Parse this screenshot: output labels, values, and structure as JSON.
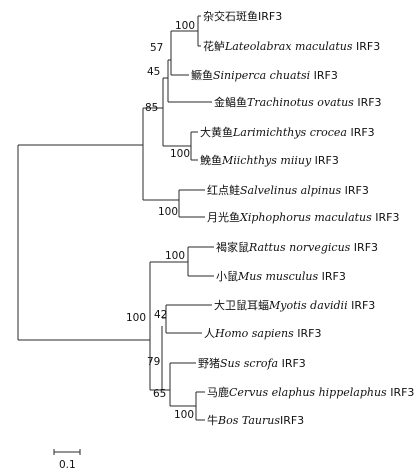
{
  "tree": {
    "leaves": [
      {
        "id": "hybrid_grouper",
        "label_cn": "杂交石斑鱼",
        "latin": "",
        "suffix": "IRF3"
      },
      {
        "id": "lateolabrax",
        "label_cn": "花鲈",
        "latin": "Lateolabrax maculatus",
        "suffix": " IRF3"
      },
      {
        "id": "siniperca",
        "label_cn": "鳜鱼",
        "latin": "Siniperca chuatsi",
        "suffix": " IRF3"
      },
      {
        "id": "trachinotus",
        "label_cn": "金鲳鱼",
        "latin": "Trachinotus ovatus",
        "suffix": " IRF3"
      },
      {
        "id": "larimichthys",
        "label_cn": "大黄鱼",
        "latin": "Larimichthys crocea",
        "suffix": " IRF3"
      },
      {
        "id": "miichthys",
        "label_cn": "鮸鱼",
        "latin": "Miichthys miiuy",
        "suffix": " IRF3"
      },
      {
        "id": "salvelinus",
        "label_cn": "红点鲑",
        "latin": "Salvelinus alpinus",
        "suffix": " IRF3"
      },
      {
        "id": "xiphophorus",
        "label_cn": "月光鱼",
        "latin": "Xiphophorus maculatus",
        "suffix": " IRF3"
      },
      {
        "id": "rattus",
        "label_cn": "褐家鼠",
        "latin": "Rattus norvegicus",
        "suffix": " IRF3"
      },
      {
        "id": "mus",
        "label_cn": "小鼠",
        "latin": "Mus musculus",
        "suffix": " IRF3"
      },
      {
        "id": "myotis",
        "label_cn": "大卫鼠耳蝠",
        "latin": "Myotis davidii",
        "suffix": " IRF3"
      },
      {
        "id": "homo",
        "label_cn": "人",
        "latin": "Homo sapiens",
        "suffix": " IRF3"
      },
      {
        "id": "sus",
        "label_cn": "野猪",
        "latin": "Sus scrofa",
        "suffix": " IRF3"
      },
      {
        "id": "cervus",
        "label_cn": "马鹿",
        "latin": "Cervus elaphus hippelaphus",
        "suffix": " IRF3"
      },
      {
        "id": "bos",
        "label_cn": "牛",
        "latin": "Bos Taurus",
        "suffix": "IRF3"
      }
    ],
    "support_values": {
      "grouper_lateolabrax": "100",
      "with_siniperca": "57",
      "with_trachinotus": "45",
      "sciaenidae": "100",
      "perciform_clade": "85",
      "salvelinus_xiphophorus": "100",
      "rodents": "100",
      "myotis_homo": "42",
      "bos_cervus": "100",
      "sus_group": "65",
      "laurasia": "79",
      "mammals": "100"
    },
    "scale_bar": {
      "label": "0.1"
    }
  }
}
